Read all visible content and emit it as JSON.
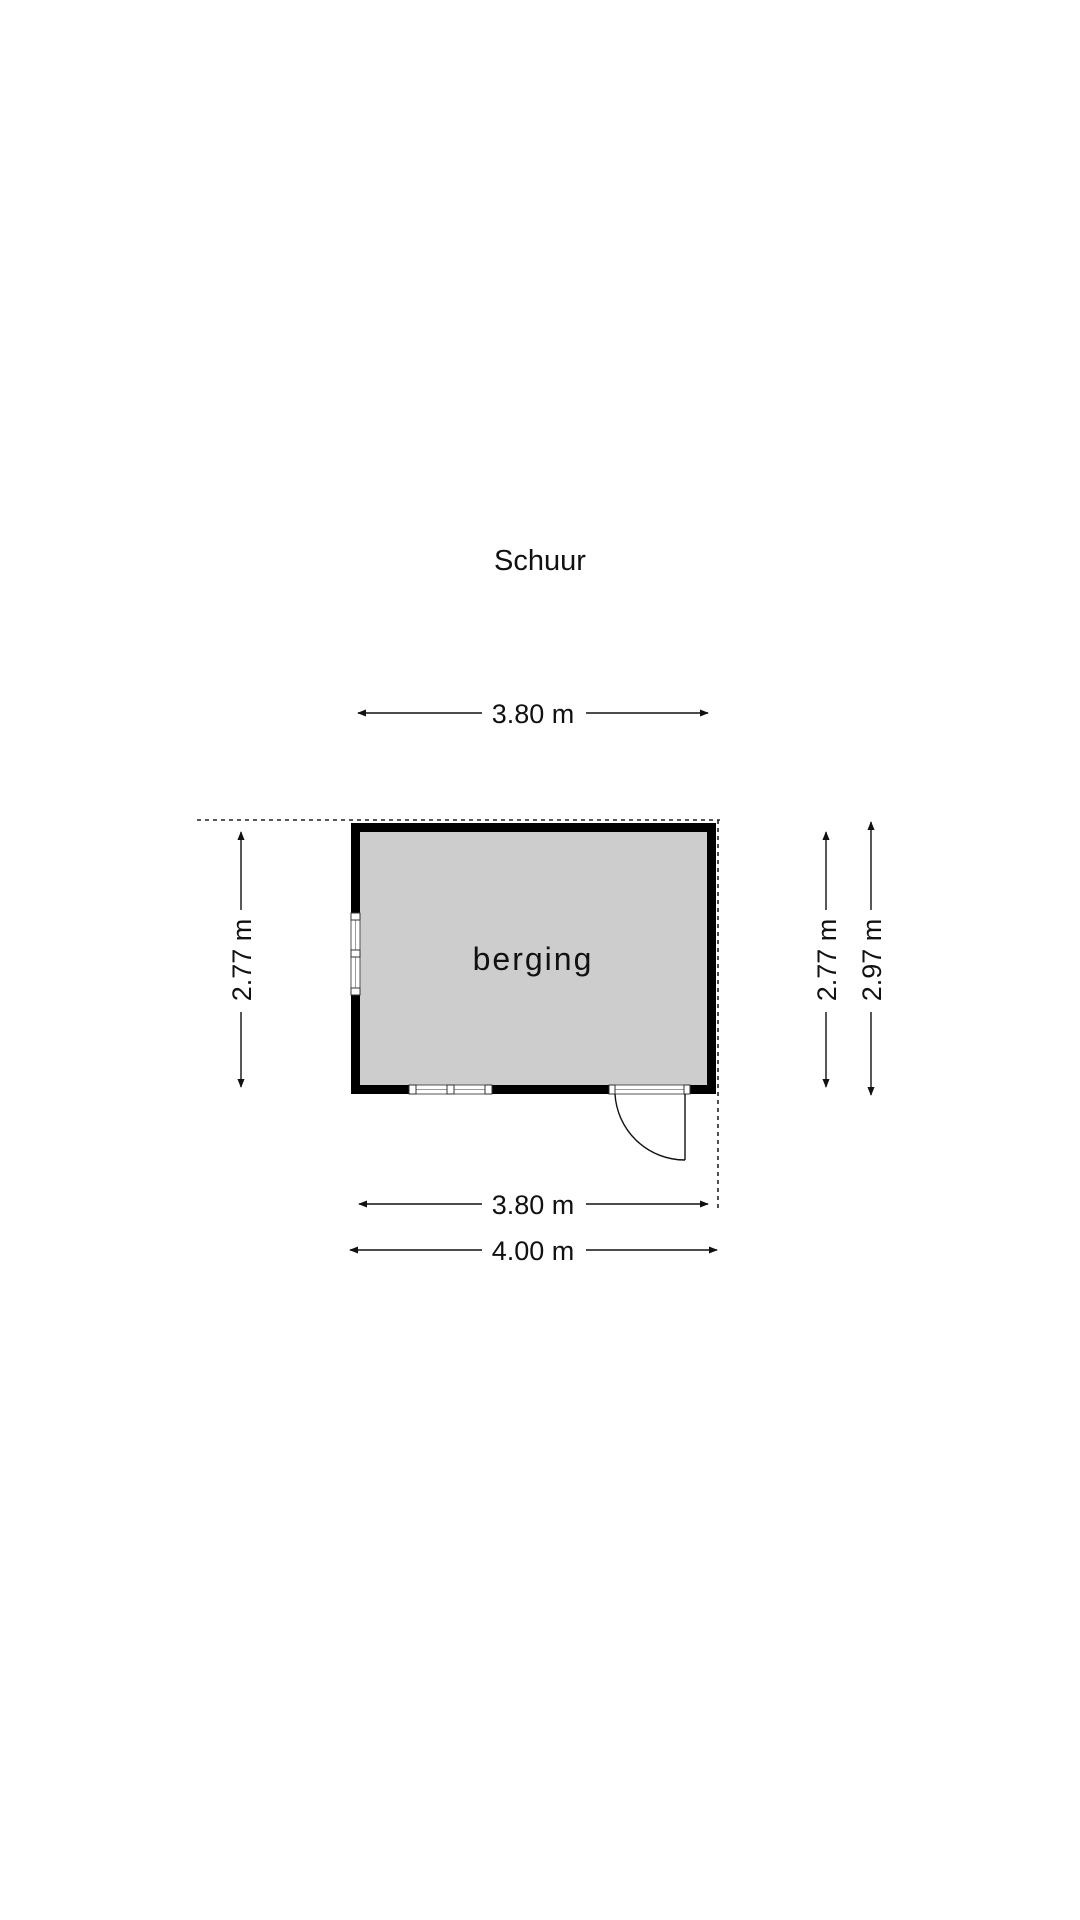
{
  "plan": {
    "title": "Schuur",
    "room": "berging",
    "colors": {
      "wall": "#000000",
      "floor": "#cccdcc",
      "line": "#111111",
      "background": "#ffffff"
    },
    "dimensions": {
      "top_width": "3.80 m",
      "bottom_width_inner": "3.80 m",
      "bottom_width_outer": "4.00 m",
      "left_height": "2.77 m",
      "right_height_inner": "2.77 m",
      "right_height_outer": "2.97 m"
    }
  }
}
